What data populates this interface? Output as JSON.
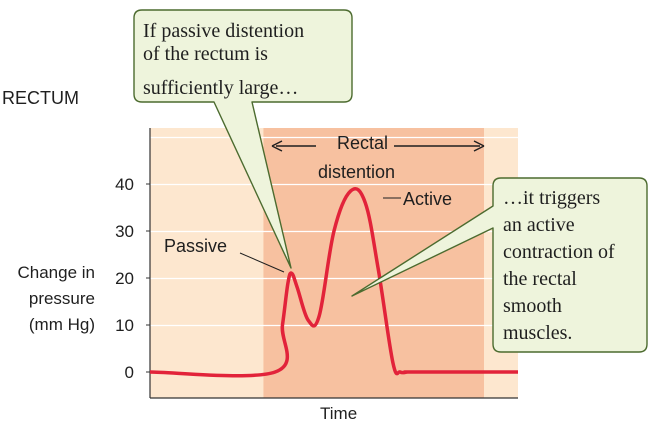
{
  "panel_title": "RECTUM",
  "y_axis_label_lines": [
    "Change in",
    "pressure",
    "(mm Hg)"
  ],
  "x_axis_label": "Time",
  "callouts": {
    "top_lines": [
      "If passive distention",
      "of the rectum is",
      "sufficiently large…"
    ],
    "right_lines": [
      "…it triggers",
      "an active",
      "contraction of",
      "the rectal",
      "smooth",
      "muscles."
    ]
  },
  "annotations": {
    "distention_line1": "Rectal",
    "distention_line2": "distention",
    "passive": "Passive",
    "active": "Active"
  },
  "colors": {
    "plot_background": "#fde7cf",
    "distention_band": "#f7c1a0",
    "curve": "#e2233a",
    "callout_fill": "#eef4dc",
    "callout_stroke": "#4c6b2f",
    "gridline": "#ffffff"
  },
  "chart_data": {
    "type": "line",
    "title": "RECTUM",
    "xlabel": "Time",
    "ylabel": "Change in pressure (mm Hg)",
    "ylim": [
      0,
      50
    ],
    "yticks": [
      0,
      10,
      20,
      30,
      40
    ],
    "grid": true,
    "x": [
      0,
      0.34,
      0.36,
      0.375,
      0.385,
      0.4,
      0.43,
      0.46,
      0.5,
      0.545,
      0.585,
      0.62,
      0.66,
      0.68,
      0.7,
      0.72,
      1.0
    ],
    "y": [
      0,
      0,
      10,
      19,
      21,
      18,
      11,
      12,
      30,
      38.5,
      36,
      22,
      2,
      0,
      0,
      0,
      0
    ],
    "distention_interval": [
      0.33,
      0.9
    ]
  }
}
